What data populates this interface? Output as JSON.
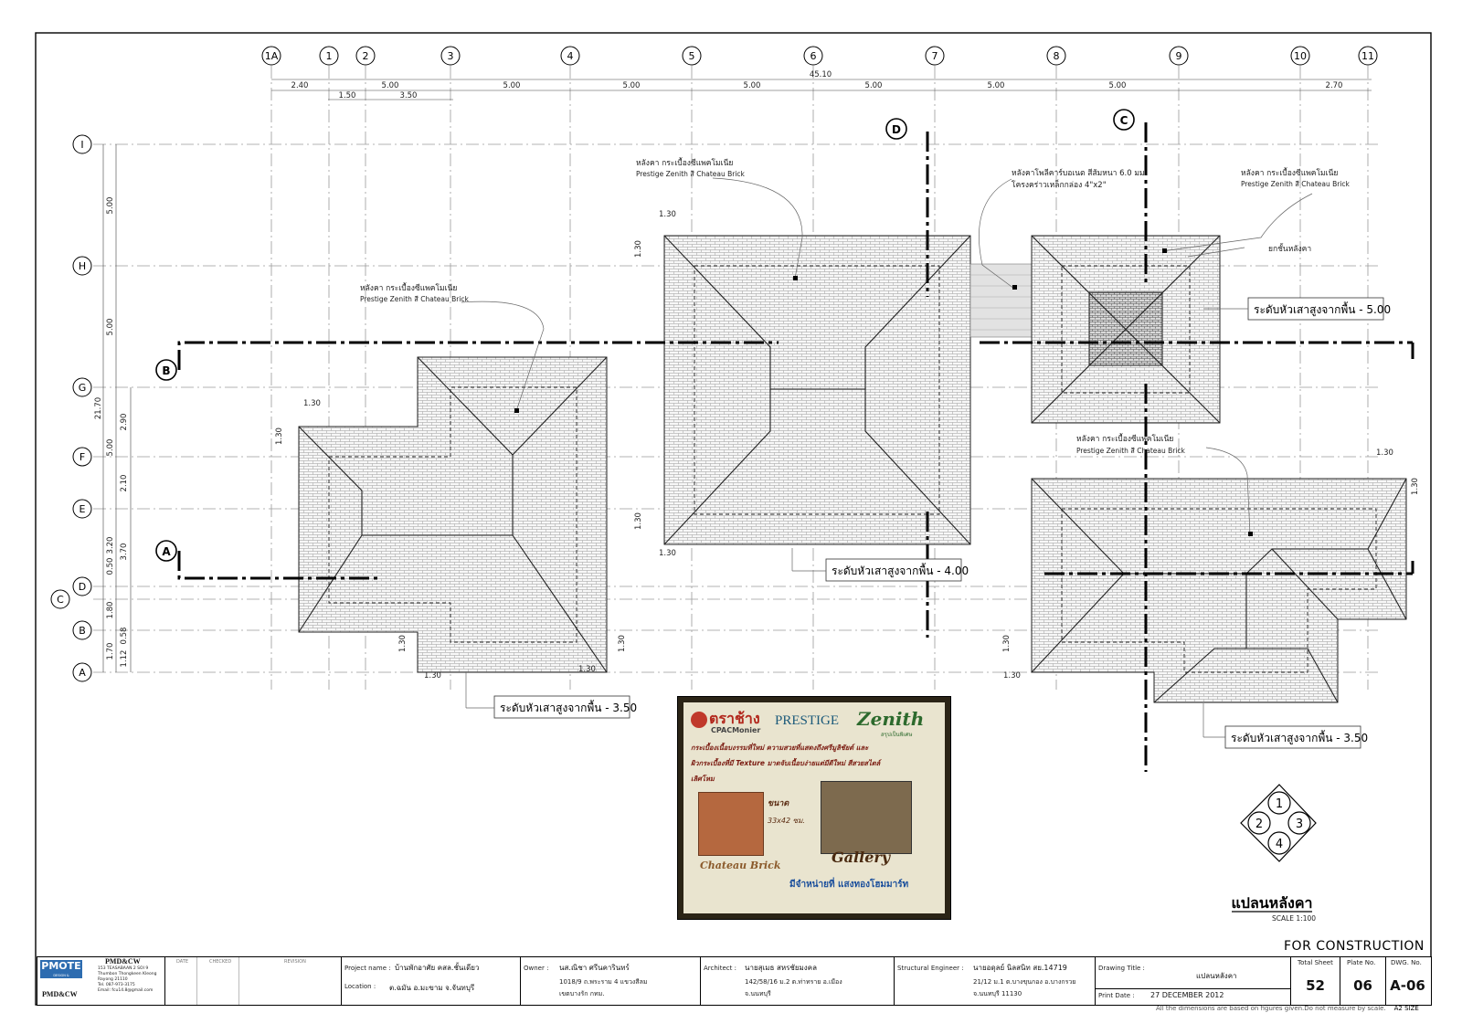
{
  "grid": {
    "columns": [
      "1A",
      "1",
      "2",
      "3",
      "4",
      "5",
      "6",
      "7",
      "8",
      "9",
      "10",
      "11"
    ],
    "rows": [
      "I",
      "H",
      "G",
      "F",
      "E",
      "D",
      "C",
      "B",
      "A"
    ],
    "overall_width": "45.10",
    "top_dims": [
      "2.40",
      "5.00",
      "5.00",
      "5.00",
      "5.00",
      "5.00",
      "5.00",
      "5.00",
      "2.70"
    ],
    "sub_dims": [
      "1.50",
      "3.50"
    ],
    "left_dims_outer": [
      "5.00",
      "5.00",
      "21.70"
    ],
    "left_dims_inner": [
      "2.90",
      "5.00",
      "2.10",
      "3.20",
      "3.70",
      "0.50",
      "1.80",
      "1.70",
      "0.58",
      "1.12"
    ]
  },
  "sections": [
    "A",
    "B",
    "C",
    "D"
  ],
  "offsets": {
    "v130": "1.30"
  },
  "notes": {
    "roof_note_th": "หลังคา กระเบื้องซีแพคโมเนีย",
    "roof_note_en": "Prestige Zenith สี Chateau Brick",
    "poly_th": "หลังคาโพลีคาร์บอเนต สีส้มหนา 6.0 มม.",
    "poly_th2": "โครงคร่าวเหล็กกล่อง 4\"x2\"",
    "ridge_note": "ยกชั้นหลังคา"
  },
  "levels": {
    "l500": "ระดับหัวเสาสูงจากพื้น - 5.00",
    "l400": "ระดับหัวเสาสูงจากพื้น - 4.00",
    "l350a": "ระดับหัวเสาสูงจากพื้น - 3.50",
    "l350b": "ระดับหัวเสาสูงจากพื้น - 3.50"
  },
  "ad": {
    "brand_th": "ตราช้าง",
    "brand_en": "CPACMonier",
    "prestige": "PRESTIGE",
    "zenith": "Zenith",
    "zenith_sub": "สรุปเป็นพิเศษ",
    "line1": "กระเบื้องเนื้อบงรรมที่ใหม่ ความสวยที่แสดงถึงศรีมูลิชัยต์ และ",
    "line2": "ผิวกระเบื้องที่มี Texture มาดจับเนื้อบง่ายแต่มีดีใหม่ สีสวยสไตล์",
    "line3": "เลิศโหม",
    "size_label": "ขนาด",
    "size_value": "33x42 ซม.",
    "color_name": "Chateau Brick",
    "gallery": "Gallery",
    "dealer": "มีจำหน่ายที่ แสงทองโฮมมาร์ท"
  },
  "plan": {
    "title": "แปลนหลังคา",
    "scale": "SCALE 1:100",
    "key_numbers": [
      "1",
      "2",
      "3",
      "4"
    ]
  },
  "status": "FOR CONSTRUCTION",
  "titleblock": {
    "logo": "PMOTE",
    "logo_sub": "DESIGN & CONSTRUCTION WORK",
    "firm": "PMD&CW",
    "firm_addr1": "153 TEASABAAN 2 SOI 9",
    "firm_addr2": "Thumbon Thongkeen Kleong",
    "firm_addr3": "Rayong 21110",
    "firm_tel": "Tel. 087-973-3175",
    "firm_email": "Email: fcu14.8@gmail.com",
    "firm_bottom": "PMD&CW",
    "rev_heads": [
      "DATE",
      "CHECKED",
      "REVISION"
    ],
    "project_label": "Project name :",
    "project_value": "บ้านพักอาศัย คสล.ชั้นเดียว",
    "location_label": "Location :",
    "location_value": "ต.ฉมัน อ.มะขาม จ.จันทบุรี",
    "owner_label": "Owner :",
    "owner_value": "นส.ณิชา ศรีนคารินทร์",
    "owner_addr1": "1018/9 ถ.พระราม 4 แขวงสีลม",
    "owner_addr2": "เขตบางรัก กทม.",
    "architect_label": "Architect :",
    "architect_value": "นายสุเมธ สหรชัยมงคล",
    "architect_addr1": "142/58/16 ม.2 ต.ท่าทราย อ.เมือง",
    "architect_addr2": "จ.นนทบุรี",
    "struct_label": "Structural Engineer :",
    "struct_value": "นายอดุลย์ นิลสนิท สย.14719",
    "struct_addr1": "21/12 ม.1 ต.บางขุนกอง อ.บางกรวย",
    "struct_addr2": "จ.นนทบุรี 11130",
    "drawing_title_label": "Drawing Title :",
    "drawing_title_value": "แปลนหลังคา",
    "print_date_label": "Print Date :",
    "print_date_value": "27 DECEMBER 2012",
    "total_sheet_label": "Total Sheet",
    "total_sheet_value": "52",
    "plate_label": "Plate No.",
    "plate_value": "06",
    "dwg_label": "DWG. No.",
    "dwg_value": "A-06"
  },
  "footer": {
    "note": "All the dimensions are based on figures given.Do not measure by scale.",
    "size": "A2 SIZE"
  }
}
